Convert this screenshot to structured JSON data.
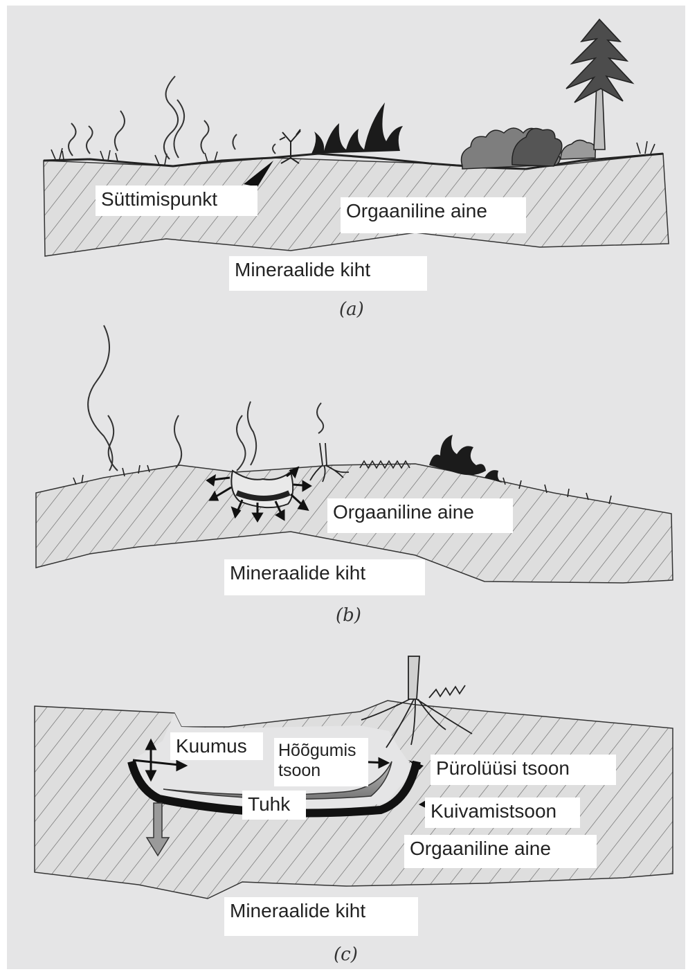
{
  "panels": [
    {
      "id": "a",
      "caption": "(a)",
      "labels": {
        "ignition_point": "Süttimispunkt",
        "organic_matter": "Orgaaniline aine",
        "mineral_layer": "Mineraalide kiht"
      }
    },
    {
      "id": "b",
      "caption": "(b)",
      "labels": {
        "organic_matter": "Orgaaniline aine",
        "mineral_layer": "Mineraalide kiht"
      }
    },
    {
      "id": "c",
      "caption": "(c)",
      "labels": {
        "heat": "Kuumus",
        "smoldering_zone": "Hõõgumis tsoon",
        "pyrolysis_zone": "Pürolüüsi tsoon",
        "ash": "Tuhk",
        "drying_zone": "Kuivamistsoon",
        "organic_matter": "Orgaaniline aine",
        "mineral_layer": "Mineraalide kiht"
      }
    }
  ],
  "colors": {
    "paper": "#e5e5e6",
    "ink": "#1e1e1e",
    "label_background": "#ffffff"
  }
}
